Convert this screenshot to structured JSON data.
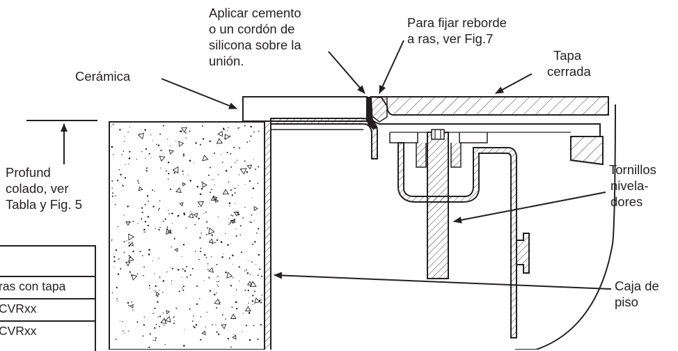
{
  "labels": {
    "aplicar": [
      "Aplicar cemento",
      "o un cordón de",
      "silicona sobre la",
      "unión."
    ],
    "para_fijar": [
      "Para fijar reborde",
      "a ras, ver Fig.7"
    ],
    "ceramica": [
      "Cerámica"
    ],
    "tapa": [
      "Tapa",
      "cerrada"
    ],
    "tornillos": [
      "Tornillos",
      "nivela-",
      "dores"
    ],
    "profund": [
      "Profund",
      "colado, ver",
      "Tabla y Fig. 5"
    ],
    "caja": [
      "Caja de",
      "piso"
    ]
  },
  "table": {
    "rows": [
      "",
      "ras con tapa",
      "CVRxx",
      "CVRxx"
    ]
  },
  "colors": {
    "ink": "#231f20",
    "paper": "#ffffff"
  }
}
